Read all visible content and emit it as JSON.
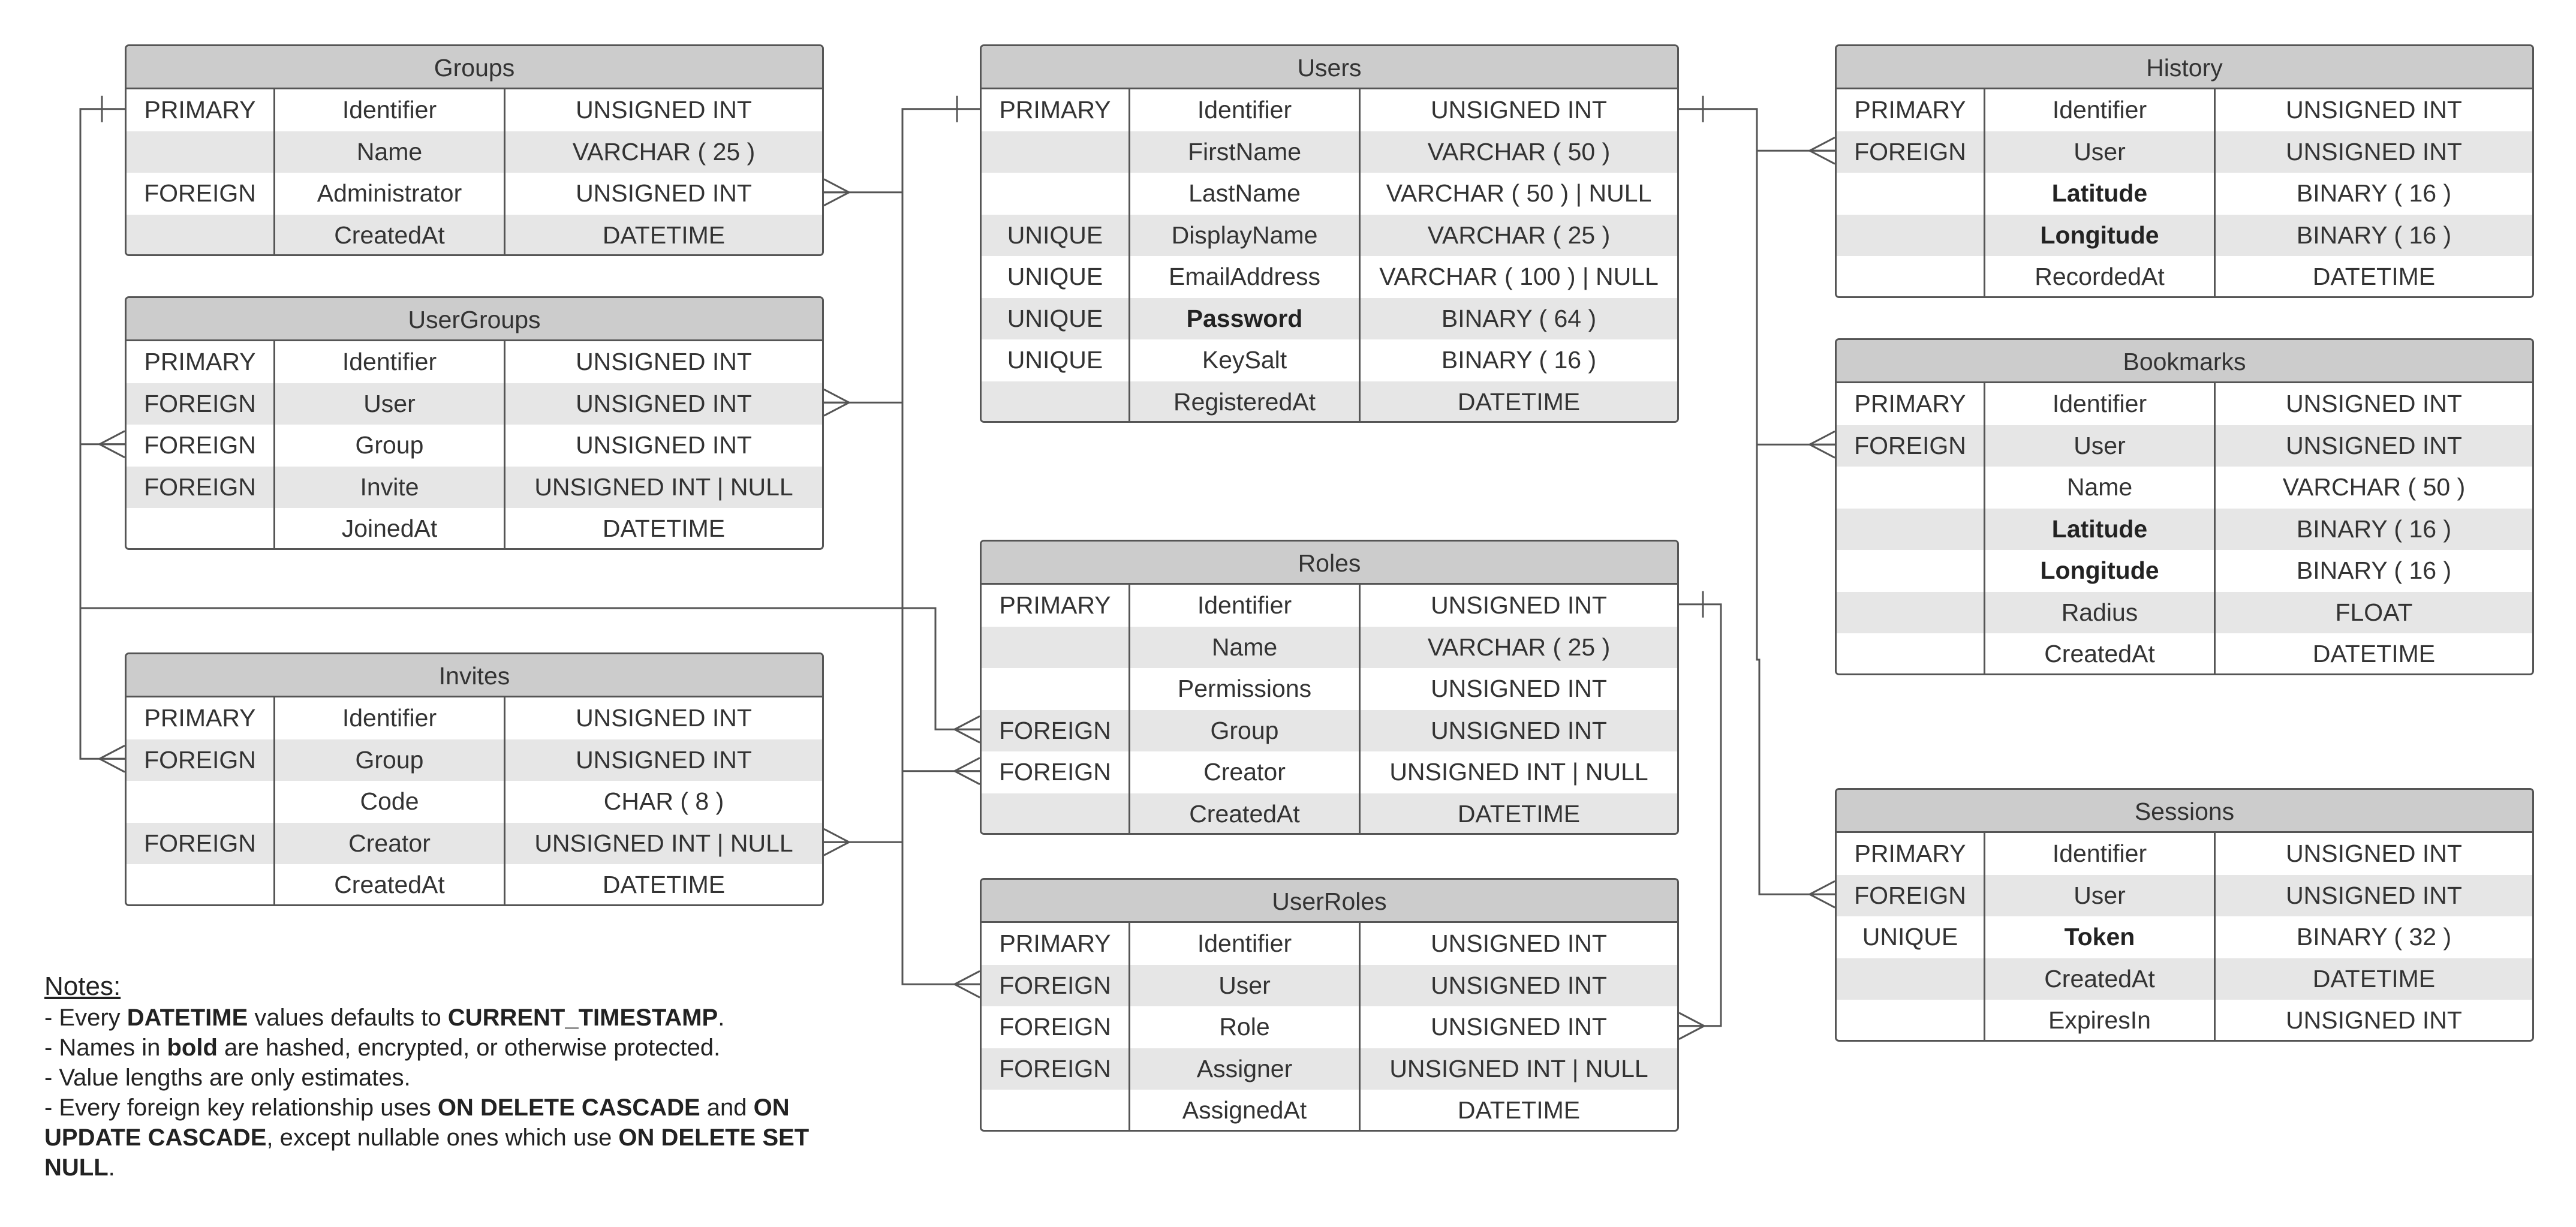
{
  "entities": [
    {
      "key": "groups",
      "title": "Groups",
      "rows": [
        {
          "key": "PRIMARY",
          "name": "Identifier",
          "type": "UNSIGNED INT"
        },
        {
          "key": "",
          "name": "Name",
          "type": "VARCHAR ( 25 )"
        },
        {
          "key": "FOREIGN",
          "name": "Administrator",
          "type": "UNSIGNED INT"
        },
        {
          "key": "",
          "name": "CreatedAt",
          "type": "DATETIME"
        }
      ]
    },
    {
      "key": "usergroups",
      "title": "UserGroups",
      "rows": [
        {
          "key": "PRIMARY",
          "name": "Identifier",
          "type": "UNSIGNED INT"
        },
        {
          "key": "FOREIGN",
          "name": "User",
          "type": "UNSIGNED INT"
        },
        {
          "key": "FOREIGN",
          "name": "Group",
          "type": "UNSIGNED INT"
        },
        {
          "key": "FOREIGN",
          "name": "Invite",
          "type": "UNSIGNED INT | NULL"
        },
        {
          "key": "",
          "name": "JoinedAt",
          "type": "DATETIME"
        }
      ]
    },
    {
      "key": "invites",
      "title": "Invites",
      "rows": [
        {
          "key": "PRIMARY",
          "name": "Identifier",
          "type": "UNSIGNED INT"
        },
        {
          "key": "FOREIGN",
          "name": "Group",
          "type": "UNSIGNED INT"
        },
        {
          "key": "",
          "name": "Code",
          "type": "CHAR ( 8 )"
        },
        {
          "key": "FOREIGN",
          "name": "Creator",
          "type": "UNSIGNED INT | NULL"
        },
        {
          "key": "",
          "name": "CreatedAt",
          "type": "DATETIME"
        }
      ]
    },
    {
      "key": "users",
      "title": "Users",
      "rows": [
        {
          "key": "PRIMARY",
          "name": "Identifier",
          "type": "UNSIGNED INT"
        },
        {
          "key": "",
          "name": "FirstName",
          "type": "VARCHAR ( 50 )"
        },
        {
          "key": "",
          "name": "LastName",
          "type": "VARCHAR ( 50 ) | NULL"
        },
        {
          "key": "UNIQUE",
          "name": "DisplayName",
          "type": "VARCHAR ( 25 )"
        },
        {
          "key": "UNIQUE",
          "name": "EmailAddress",
          "type": "VARCHAR ( 100 ) | NULL"
        },
        {
          "key": "UNIQUE",
          "name": "Password",
          "type": "BINARY ( 64 )",
          "protected": true
        },
        {
          "key": "UNIQUE",
          "name": "KeySalt",
          "type": "BINARY ( 16 )"
        },
        {
          "key": "",
          "name": "RegisteredAt",
          "type": "DATETIME"
        }
      ]
    },
    {
      "key": "roles",
      "title": "Roles",
      "rows": [
        {
          "key": "PRIMARY",
          "name": "Identifier",
          "type": "UNSIGNED INT"
        },
        {
          "key": "",
          "name": "Name",
          "type": "VARCHAR ( 25 )"
        },
        {
          "key": "",
          "name": "Permissions",
          "type": "UNSIGNED INT"
        },
        {
          "key": "FOREIGN",
          "name": "Group",
          "type": "UNSIGNED INT"
        },
        {
          "key": "FOREIGN",
          "name": "Creator",
          "type": "UNSIGNED INT | NULL"
        },
        {
          "key": "",
          "name": "CreatedAt",
          "type": "DATETIME"
        }
      ]
    },
    {
      "key": "userroles",
      "title": "UserRoles",
      "rows": [
        {
          "key": "PRIMARY",
          "name": "Identifier",
          "type": "UNSIGNED INT"
        },
        {
          "key": "FOREIGN",
          "name": "User",
          "type": "UNSIGNED INT"
        },
        {
          "key": "FOREIGN",
          "name": "Role",
          "type": "UNSIGNED INT"
        },
        {
          "key": "FOREIGN",
          "name": "Assigner",
          "type": "UNSIGNED INT | NULL"
        },
        {
          "key": "",
          "name": "AssignedAt",
          "type": "DATETIME"
        }
      ]
    },
    {
      "key": "history",
      "title": "History",
      "rows": [
        {
          "key": "PRIMARY",
          "name": "Identifier",
          "type": "UNSIGNED INT"
        },
        {
          "key": "FOREIGN",
          "name": "User",
          "type": "UNSIGNED INT"
        },
        {
          "key": "",
          "name": "Latitude",
          "type": "BINARY ( 16 )",
          "protected": true
        },
        {
          "key": "",
          "name": "Longitude",
          "type": "BINARY ( 16 )",
          "protected": true
        },
        {
          "key": "",
          "name": "RecordedAt",
          "type": "DATETIME"
        }
      ]
    },
    {
      "key": "bookmarks",
      "title": "Bookmarks",
      "rows": [
        {
          "key": "PRIMARY",
          "name": "Identifier",
          "type": "UNSIGNED INT"
        },
        {
          "key": "FOREIGN",
          "name": "User",
          "type": "UNSIGNED INT"
        },
        {
          "key": "",
          "name": "Name",
          "type": "VARCHAR ( 50 )"
        },
        {
          "key": "",
          "name": "Latitude",
          "type": "BINARY ( 16 )",
          "protected": true
        },
        {
          "key": "",
          "name": "Longitude",
          "type": "BINARY ( 16 )",
          "protected": true
        },
        {
          "key": "",
          "name": "Radius",
          "type": "FLOAT"
        },
        {
          "key": "",
          "name": "CreatedAt",
          "type": "DATETIME"
        }
      ]
    },
    {
      "key": "sessions",
      "title": "Sessions",
      "rows": [
        {
          "key": "PRIMARY",
          "name": "Identifier",
          "type": "UNSIGNED INT"
        },
        {
          "key": "FOREIGN",
          "name": "User",
          "type": "UNSIGNED INT"
        },
        {
          "key": "UNIQUE",
          "name": "Token",
          "type": "BINARY ( 32 )",
          "protected": true
        },
        {
          "key": "",
          "name": "CreatedAt",
          "type": "DATETIME"
        },
        {
          "key": "",
          "name": "ExpiresIn",
          "type": "UNSIGNED INT"
        }
      ]
    }
  ],
  "relationships": [
    {
      "from": "groups.Identifier",
      "to": "usergroups.Group"
    },
    {
      "from": "groups.Identifier",
      "to": "invites.Group"
    },
    {
      "from": "groups.Identifier",
      "to": "roles.Group"
    },
    {
      "from": "users.Identifier",
      "to": "groups.Administrator"
    },
    {
      "from": "users.Identifier",
      "to": "usergroups.User"
    },
    {
      "from": "users.Identifier",
      "to": "invites.Creator"
    },
    {
      "from": "users.Identifier",
      "to": "roles.Creator"
    },
    {
      "from": "users.Identifier",
      "to": "userroles.User"
    },
    {
      "from": "users.Identifier",
      "to": "history.User"
    },
    {
      "from": "users.Identifier",
      "to": "bookmarks.User"
    },
    {
      "from": "users.Identifier",
      "to": "sessions.User"
    },
    {
      "from": "roles.Identifier",
      "to": "userroles.Role"
    }
  ],
  "colors": {
    "header_fill": "#cccccc",
    "alt_row_fill": "#e6e6e6",
    "border": "#555555",
    "connector": "#555555"
  },
  "notes": {
    "title": "Notes:",
    "items": [
      [
        {
          "t": " - Every "
        },
        {
          "t": "DATETIME",
          "b": true
        },
        {
          "t": " values defaults to "
        },
        {
          "t": "CURRENT_TIMESTAMP",
          "b": true
        },
        {
          "t": "."
        }
      ],
      [
        {
          "t": " - Names in "
        },
        {
          "t": "bold",
          "b": true
        },
        {
          "t": " are hashed, encrypted, or otherwise protected."
        }
      ],
      [
        {
          "t": " - Value lengths are only estimates."
        }
      ],
      [
        {
          "t": " - Every foreign key relationship uses "
        },
        {
          "t": "ON DELETE CASCADE",
          "b": true
        },
        {
          "t": " and "
        },
        {
          "t": "ON UPDATE CASCADE",
          "b": true
        },
        {
          "t": ", except nullable ones which use "
        },
        {
          "t": "ON DELETE SET NULL",
          "b": true
        },
        {
          "t": "."
        }
      ]
    ]
  }
}
